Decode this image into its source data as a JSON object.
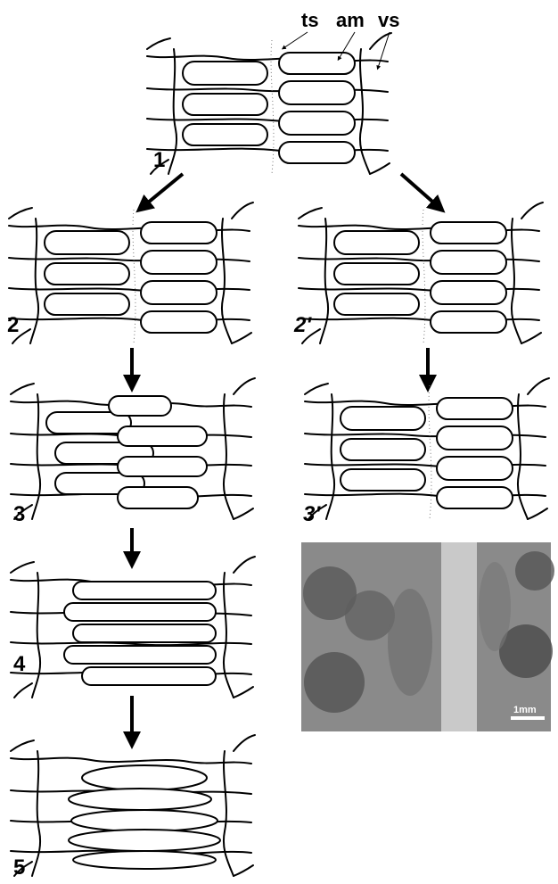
{
  "annotations": {
    "ts": "ts",
    "am": "am",
    "vs": "vs"
  },
  "panels": [
    {
      "id": "p1",
      "label": "1"
    },
    {
      "id": "p2",
      "label": "2"
    },
    {
      "id": "p2p",
      "label": "2'"
    },
    {
      "id": "p3",
      "label": "3"
    },
    {
      "id": "p3p",
      "label": "3'"
    },
    {
      "id": "p4",
      "label": "4"
    },
    {
      "id": "p5",
      "label": "5"
    }
  ],
  "photo": {
    "scale_bar_label": "1mm"
  },
  "colors": {
    "line": "#000000",
    "background": "#ffffff",
    "photo_base": "#8a8a8a"
  }
}
